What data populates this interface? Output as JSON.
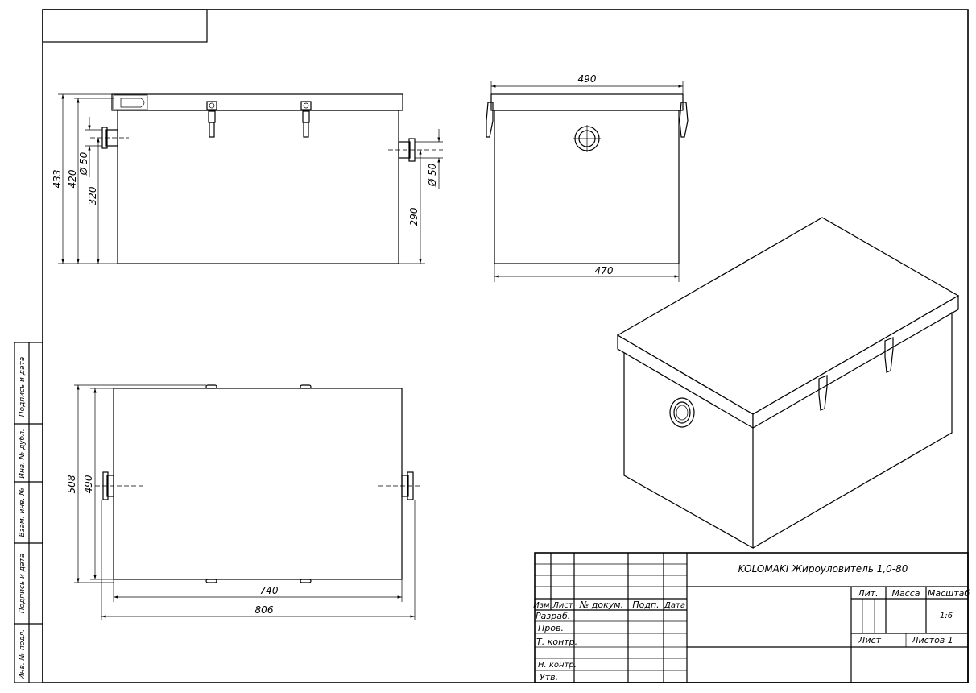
{
  "title_block": {
    "drawing_title": "KOLOMAKI Жироуловитель 1,0-80",
    "col_headers": [
      "Изм.",
      "Лист",
      "№ докум.",
      "Подп.",
      "Дата"
    ],
    "rows": [
      "Разраб.",
      "Пров.",
      "Т. контр.",
      "Н. контр.",
      "Утв."
    ],
    "lit_label": "Лит.",
    "mass_label": "Масса",
    "scale_label": "Масштаб",
    "scale_value": "1:6",
    "sheet_label": "Лист",
    "sheets_label": "Листов 1"
  },
  "side_stamps": [
    "Подпись и дата",
    "Инв. № дубл.",
    "Взам. инв. №",
    "Подпись и дата",
    "Инв. № подл."
  ],
  "front_view": {
    "dim_433": "433",
    "dim_420": "420",
    "dim_320": "320",
    "dim_d50_left": "Ø 50",
    "dim_d50_right": "Ø 50",
    "dim_290": "290"
  },
  "side_view": {
    "dim_490": "490",
    "dim_470": "470"
  },
  "top_view": {
    "dim_508": "508",
    "dim_490": "490",
    "dim_740": "740",
    "dim_806": "806"
  }
}
